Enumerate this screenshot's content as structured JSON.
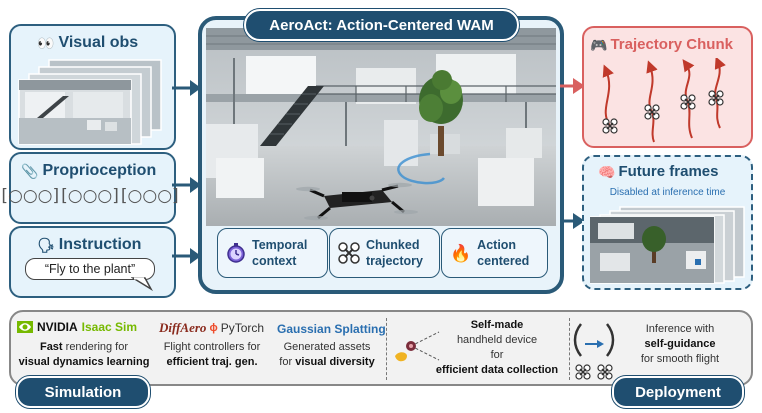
{
  "center": {
    "title": "AeroAct: Action-Centered WAM",
    "features": [
      {
        "line1": "Temporal",
        "line2": "context"
      },
      {
        "line1": "Chunked",
        "line2": "trajectory"
      },
      {
        "line1": "Action",
        "line2": "centered"
      }
    ]
  },
  "inputs": {
    "visual": {
      "title": "Visual obs"
    },
    "proprio": {
      "title": "Proprioception",
      "tokens": [
        "[○○○]",
        "[○○○]",
        "[○○○]"
      ]
    },
    "instruction": {
      "title": "Instruction",
      "quote": "“Fly to the plant”"
    }
  },
  "outputs": {
    "trajectory": {
      "title": "Trajectory Chunk"
    },
    "future": {
      "title": "Future frames",
      "note": "Disabled at inference time"
    }
  },
  "bottom": {
    "nvidia": {
      "logo": "NVIDIA",
      "product": "Isaac Sim",
      "bold1": "Fast",
      "text1": " rendering for",
      "bold2": "visual dynamics learning"
    },
    "diffaero": {
      "logo1": "DiffAero",
      "logo2": "PyTorch",
      "text1": "Flight controllers for",
      "bold": "efficient traj. gen."
    },
    "gaussian": {
      "head": "Gaussian Splatting",
      "text1": "Generated assets",
      "text2": "for ",
      "bold": "visual diversity"
    },
    "device": {
      "bold1": "Self-made",
      "text1": "handheld device",
      "text2": "for",
      "bold2": "efficient data collection"
    },
    "inference": {
      "text1": "Inference with",
      "bold": "self-guidance",
      "text2": "for smooth flight"
    },
    "simulation_label": "Simulation",
    "deployment_label": "Deployment"
  },
  "colors": {
    "navy": "#1f4e70",
    "light_blue": "#e6f3fb",
    "red": "#d9605f",
    "pink": "#fbe3e3"
  }
}
